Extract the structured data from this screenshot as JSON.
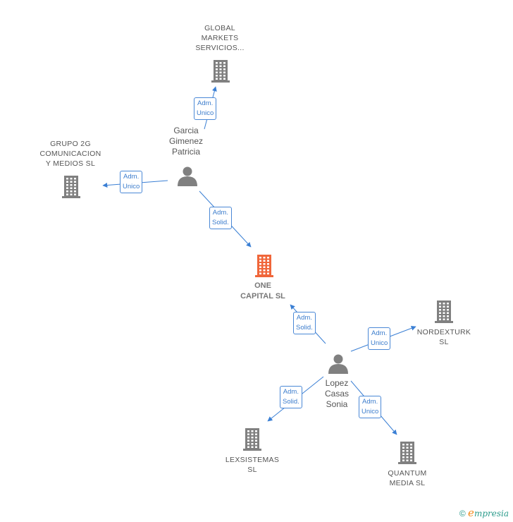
{
  "nodes": [
    {
      "id": "global-markets",
      "kind": "company",
      "lines": [
        "GLOBAL",
        "MARKETS",
        "SERVICIOS..."
      ]
    },
    {
      "id": "garcia",
      "kind": "person",
      "lines": [
        "Garcia",
        "Gimenez",
        "Patricia"
      ]
    },
    {
      "id": "grupo-2g",
      "kind": "company",
      "lines": [
        "GRUPO 2G",
        "COMUNICACION",
        "Y MEDIOS  SL"
      ]
    },
    {
      "id": "one-capital",
      "kind": "focus",
      "lines": [
        "ONE",
        "CAPITAL  SL"
      ]
    },
    {
      "id": "nordexturk",
      "kind": "company",
      "lines": [
        "NORDEXTURK",
        "SL"
      ]
    },
    {
      "id": "lopez",
      "kind": "person",
      "lines": [
        "Lopez",
        "Casas",
        "Sonia"
      ]
    },
    {
      "id": "lexsistemas",
      "kind": "company",
      "lines": [
        "LEXSISTEMAS",
        "SL"
      ]
    },
    {
      "id": "quantum",
      "kind": "company",
      "lines": [
        "QUANTUM",
        "MEDIA  SL"
      ]
    }
  ],
  "edges": [
    {
      "id": "garcia-global",
      "from": "garcia",
      "to": "global-markets",
      "lines": [
        "Adm.",
        "Unico"
      ]
    },
    {
      "id": "garcia-grupo",
      "from": "garcia",
      "to": "grupo-2g",
      "lines": [
        "Adm.",
        "Unico"
      ]
    },
    {
      "id": "garcia-one",
      "from": "garcia",
      "to": "one-capital",
      "lines": [
        "Adm.",
        "Solid."
      ]
    },
    {
      "id": "lopez-one",
      "from": "lopez",
      "to": "one-capital",
      "lines": [
        "Adm.",
        "Solid."
      ]
    },
    {
      "id": "lopez-nordexturk",
      "from": "lopez",
      "to": "nordexturk",
      "lines": [
        "Adm.",
        "Unico"
      ]
    },
    {
      "id": "lopez-lexsistemas",
      "from": "lopez",
      "to": "lexsistemas",
      "lines": [
        "Adm.",
        "Solid."
      ]
    },
    {
      "id": "lopez-quantum",
      "from": "lopez",
      "to": "quantum",
      "lines": [
        "Adm.",
        "Unico"
      ]
    }
  ],
  "colors": {
    "company": "#808080",
    "focus": "#f0663a",
    "person": "#808080",
    "edge": "#3a7fd4"
  },
  "credit": {
    "symbol": "©",
    "brand_initial": "e",
    "brand_rest": "mpresia"
  }
}
